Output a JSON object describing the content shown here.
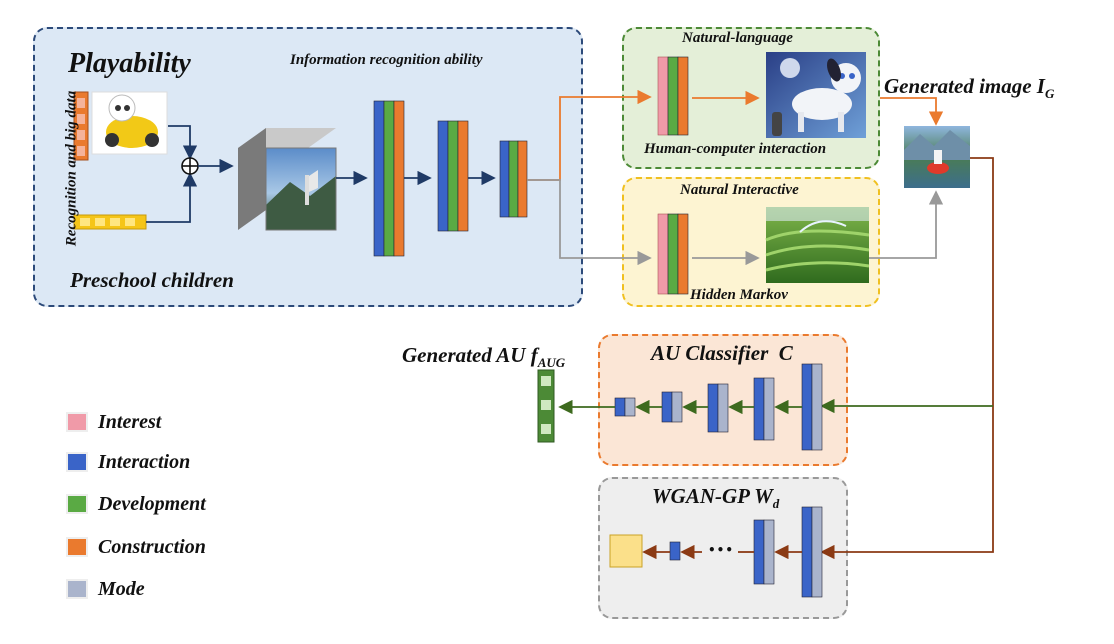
{
  "panels": {
    "main": {
      "title": "Playability",
      "subtitle": "Information recognition ability",
      "side_label": "Recognition and big data",
      "bottom_label": "Preschool children"
    },
    "natural_language": {
      "title": "Natural-language",
      "caption": "Human-computer interaction"
    },
    "natural_interactive": {
      "title": "Natural Interactive",
      "caption": "Hidden Markov"
    },
    "au_classifier": {
      "title": "AU Classifier  C"
    },
    "wgan": {
      "title": "WGAN-GP W",
      "title_sub": "d",
      "dots": "•••"
    }
  },
  "generated_image": {
    "label": "Generated image I",
    "label_sub": "G"
  },
  "generated_au": {
    "label": "Generated AU f",
    "label_sub": "AUG"
  },
  "legend": [
    {
      "label": "Interest",
      "color": "#f09aa8"
    },
    {
      "label": "Interaction",
      "color": "#3a64c8"
    },
    {
      "label": "Development",
      "color": "#5aaa44"
    },
    {
      "label": "Construction",
      "color": "#ea7a2e"
    },
    {
      "label": "Mode",
      "color": "#aab4cc"
    }
  ],
  "colors": {
    "interest": "#f09aa8",
    "interaction": "#3a64c8",
    "development": "#5aaa44",
    "construction": "#ea7a2e",
    "mode": "#aab4cc",
    "yellow": "#f5c518",
    "main_bg": "#dce8f5",
    "main_border": "#2c4a7a",
    "green_bg": "#e4efd8",
    "green_border": "#4c8a36",
    "yellow_bg": "#fdf4d2",
    "yellow_border": "#f0c020",
    "orange_bg": "#fbe6d6",
    "orange_border": "#ea7a2e",
    "gray_bg": "#eeeeee",
    "gray_border": "#999999",
    "arrow_orange": "#ea7a2e",
    "arrow_brown": "#8b3a14",
    "arrow_green": "#3d6a1e",
    "arrow_gray": "#999999",
    "arrow_navy": "#1f3a66"
  }
}
